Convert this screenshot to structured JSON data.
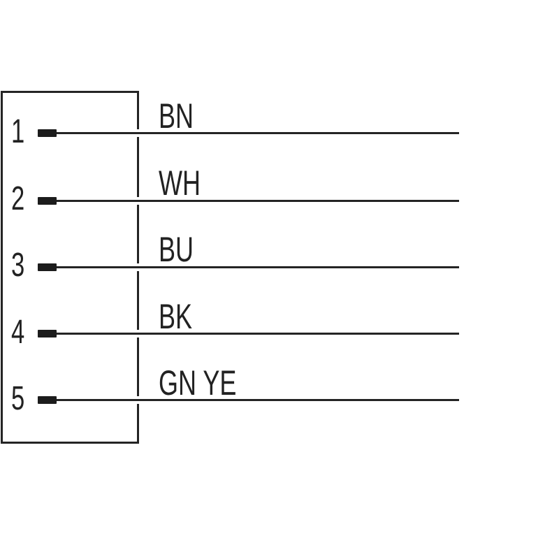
{
  "diagram": {
    "type": "connector-pinout",
    "colors": {
      "line": "#242424",
      "text": "#222222",
      "background": "#ffffff"
    },
    "pins": [
      {
        "number": "1",
        "label": "BN"
      },
      {
        "number": "2",
        "label": "WH"
      },
      {
        "number": "3",
        "label": "BU"
      },
      {
        "number": "4",
        "label": "BK"
      },
      {
        "number": "5",
        "label": "GN YE"
      }
    ]
  }
}
